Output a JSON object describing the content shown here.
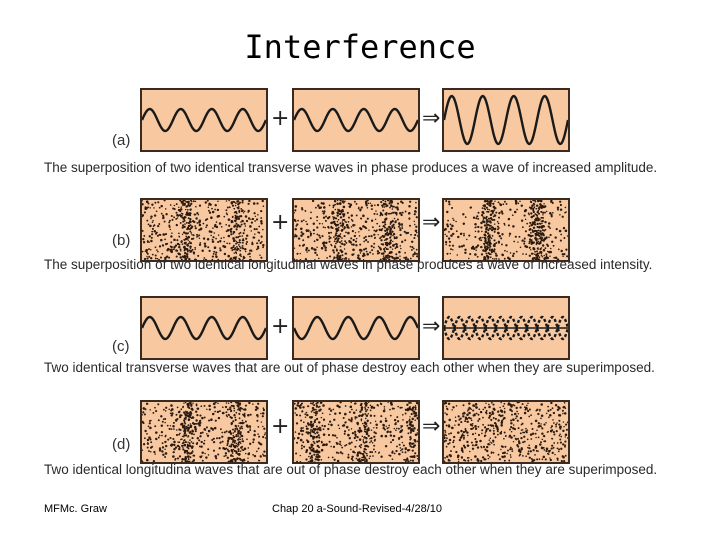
{
  "title": "Interference",
  "panels": [
    {
      "label": "(a)",
      "caption": "The superposition of two identical transverse waves in phase produces a wave of increased amplitude.",
      "plus": "+",
      "arrow": "⇒"
    },
    {
      "label": "(b)",
      "caption": "The superposition of two identical longitudinal waves in phase produces a wave of increased intensity.",
      "plus": "+",
      "arrow": "⇒"
    },
    {
      "label": "(c)",
      "caption": "Two identical transverse waves that are out of phase destroy each other when they are superimposed.",
      "plus": "+",
      "arrow": "⇒"
    },
    {
      "label": "(d)",
      "caption": "Two identical longitudina waves that are out of phase destroy each other when they are superimposed.",
      "plus": "+",
      "arrow": "⇒"
    }
  ],
  "footer": {
    "left": "MFMc. Graw",
    "center": "Chap 20 a-Sound-Revised-4/28/10"
  }
}
